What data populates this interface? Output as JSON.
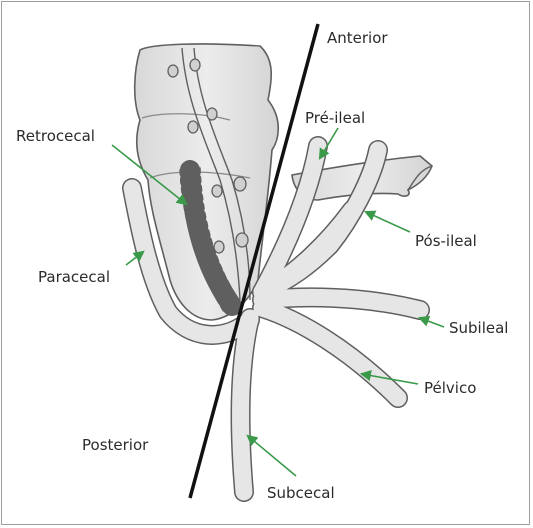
{
  "labels": {
    "anterior": "Anterior",
    "posterior": "Posterior",
    "retrocecal": "Retrocecal",
    "paracecal": "Paracecal",
    "pre_ileal": "Pré-ileal",
    "pos_ileal": "Pós-ileal",
    "subileal": "Subileal",
    "pelvico": "Pélvico",
    "subcecal": "Subcecal"
  },
  "colors": {
    "organ_fill": "#e4e4e4",
    "organ_outline": "#5f5f5f",
    "arrow": "#3a9a4a",
    "axis_line": "#111111",
    "text": "#2b2b2b"
  }
}
